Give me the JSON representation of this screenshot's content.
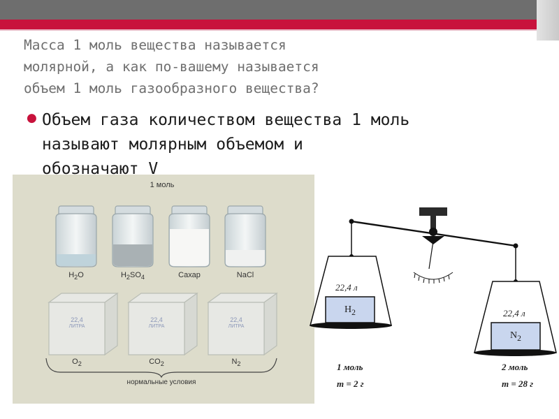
{
  "question": {
    "lines": [
      "Масса 1 моль вещества называется",
      "молярной, а как по-вашему называется",
      "объем 1 моль газообразного вещества?"
    ]
  },
  "bullet": {
    "lines": [
      "Объем газа количеством вещества 1 моль",
      "называют молярным объемом и",
      "обозначают V"
    ]
  },
  "illustration": {
    "title": "1 моль",
    "jars": [
      {
        "formula": "H",
        "sub": "2",
        "rest": "O"
      },
      {
        "formula": "H",
        "sub": "2",
        "rest": "SO",
        "sub2": "4"
      },
      {
        "formula": "Сахар"
      },
      {
        "formula": "NaCl"
      }
    ],
    "cube_volume": "22,4",
    "cube_unit": "литра",
    "gases": [
      {
        "formula": "O",
        "sub": "2"
      },
      {
        "formula": "CO",
        "sub": "2"
      },
      {
        "formula": "N",
        "sub": "2"
      }
    ],
    "conditions": "нормальные условия"
  },
  "scale": {
    "left": {
      "volume": "22,4 л",
      "gas": "H",
      "gas_sub": "2",
      "amount": "1 моль",
      "mass": "m = 2 г"
    },
    "right": {
      "volume": "22,4 л",
      "gas": "N",
      "gas_sub": "2",
      "amount": "2 моль",
      "mass": "m = 28 г"
    }
  }
}
